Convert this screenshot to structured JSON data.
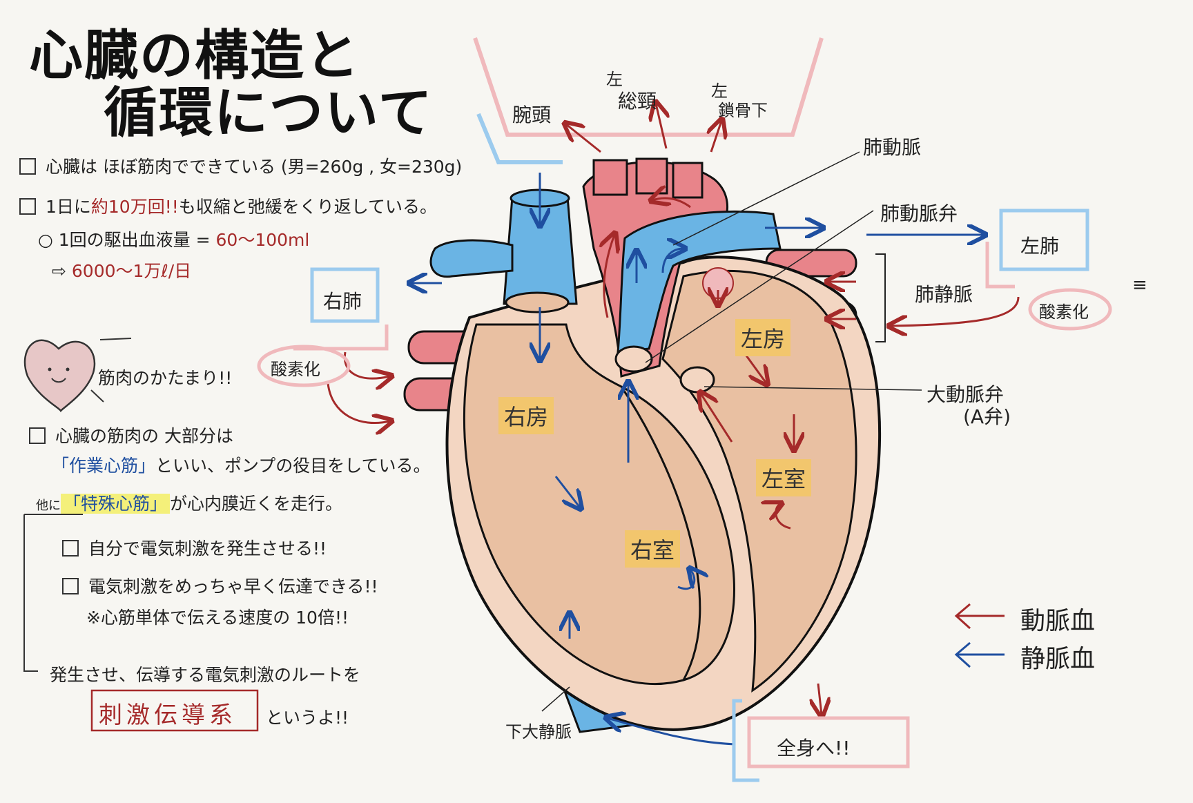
{
  "title": {
    "line1": "心臓の構造と",
    "line2": "循環について"
  },
  "notes": {
    "n1": "心臓は ほぼ筋肉でできている (男=260g , 女=230g)",
    "n2a": "1日に",
    "n2b": "約10万回!!",
    "n2c": "も収縮と弛緩をくり返している。",
    "n3a": "1回の駆出血液量 =",
    "n3b": "60〜100ml",
    "n4a": "⇨",
    "n4b": "6000〜1万ℓ/日",
    "heart_caption": "筋肉のかたまり!!",
    "n5": "心臓の筋肉の 大部分は",
    "n6a": "「作業心筋」",
    "n6b": "といい、ポンプの役目をしている。",
    "n7a": "他に",
    "n7b": "「特殊心筋」",
    "n7c": "が心内膜近くを走行。",
    "n8": "自分で電気刺激を発生させる!!",
    "n9": "電気刺激をめっちゃ早く伝達できる!!",
    "n10": "※心筋単体で伝える速度の 10倍!!",
    "n11": "発生させ、伝導する電気刺激のルートを",
    "n12a": "刺激伝導系",
    "n12b": "というよ!!"
  },
  "labels": {
    "brachio": "腕頭",
    "left_common_line1": "左",
    "left_common_line2": "総頸",
    "left_subclavian_line1": "左",
    "left_subclavian_line2": "鎖骨下",
    "pulm_artery": "肺動脈",
    "pulm_valve": "肺動脈弁",
    "left_lung": "左肺",
    "right_lung": "右肺",
    "pulm_vein": "肺静脈",
    "oxygenation": "酸素化",
    "oxygenation_left": "酸素化",
    "left_atrium": "左房",
    "right_atrium": "右房",
    "aortic_valve_line1": "大動脈弁",
    "aortic_valve_line2": "(A弁)",
    "left_ventricle": "左室",
    "right_ventricle": "右室",
    "ivc": "下大静脈",
    "whole_body": "全身へ!!",
    "legend_art": "動脈血",
    "legend_ven": "静脈血",
    "ellipsis": "≡"
  },
  "colors": {
    "artery": "#e8848a",
    "vein": "#6ab4e4",
    "muscle_outer": "#f3d6c2",
    "muscle_inner": "#e9c0a2",
    "red_text": "#a52a2a",
    "blue_text": "#1f4fa0",
    "chamber_label": "#f2c66d",
    "highlight": "#f4f07a"
  }
}
